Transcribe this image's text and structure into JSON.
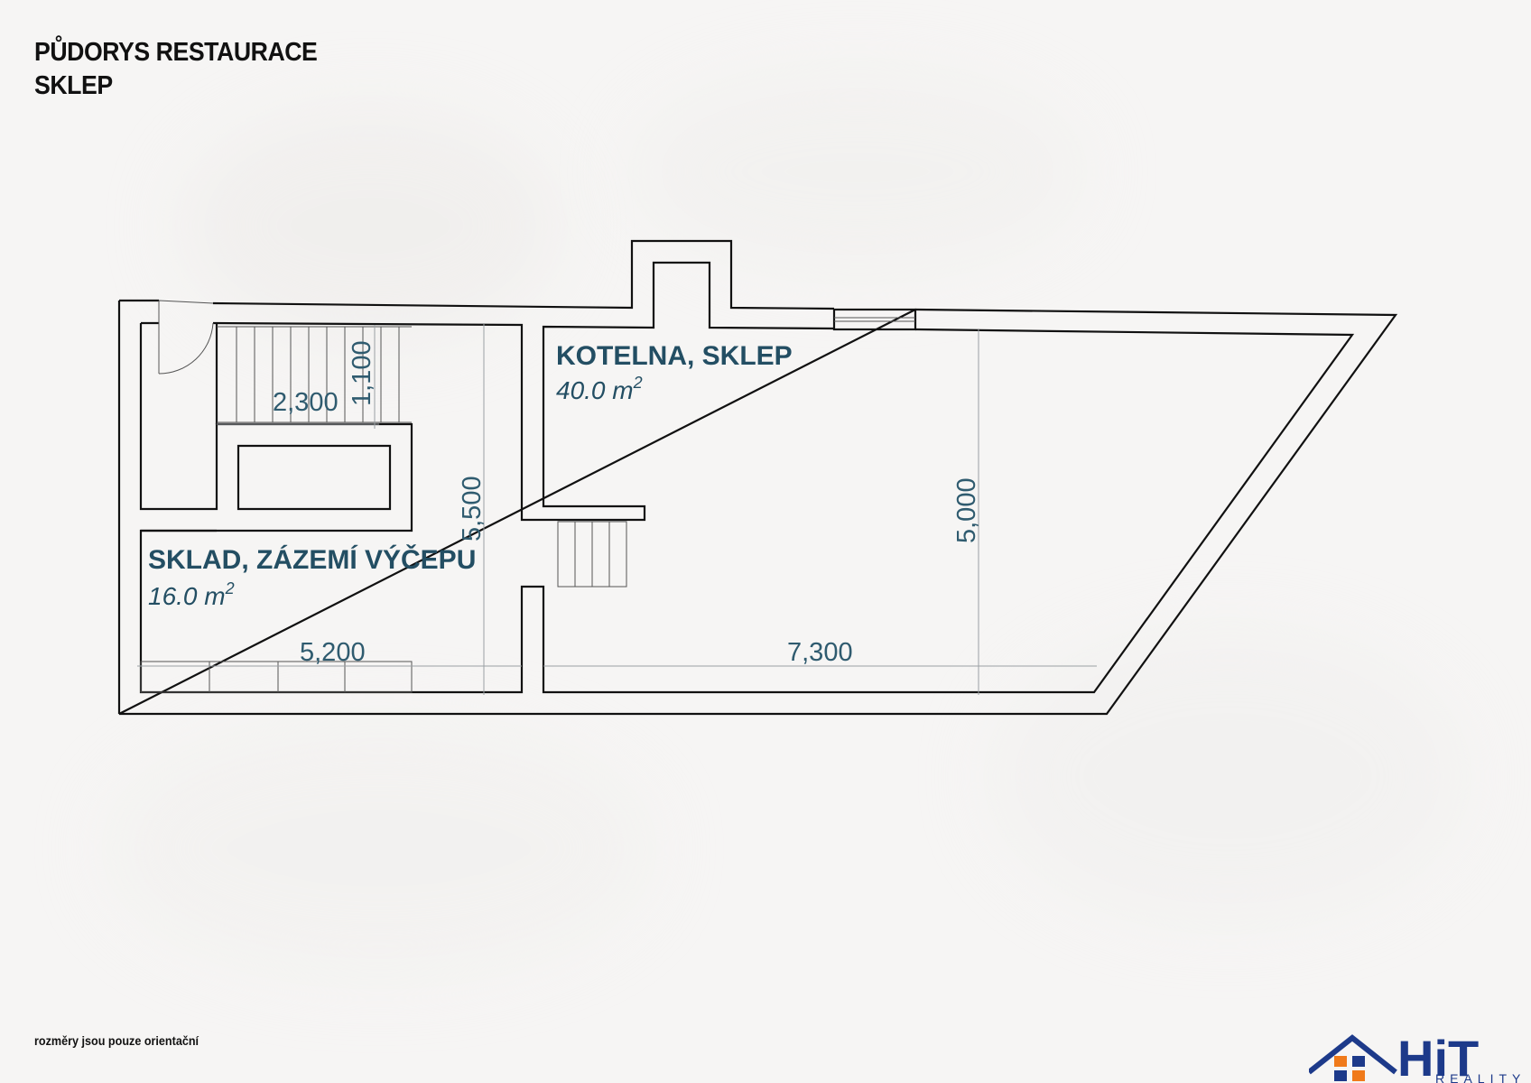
{
  "title": {
    "line1": "PŮDORYS RESTAURACE",
    "line2": "SKLEP"
  },
  "rooms": [
    {
      "name": "KOTELNA, SKLEP",
      "area_value": "40.0 m",
      "area_exp": "2"
    },
    {
      "name": "SKLAD, ZÁZEMÍ VÝČEPU",
      "area_value": "16.0 m",
      "area_exp": "2"
    }
  ],
  "dimensions": {
    "stair_width": "2,300",
    "stair_depth": "1,100",
    "left_height": "5,500",
    "right_height": "5,000",
    "left_length": "5,200",
    "right_length": "7,300"
  },
  "note": "rozměry jsou pouze orientační",
  "logo": {
    "brand": "HiT",
    "sub": "REALITY",
    "colors": {
      "navy": "#1d3a8a",
      "orange": "#f07a1a"
    }
  }
}
